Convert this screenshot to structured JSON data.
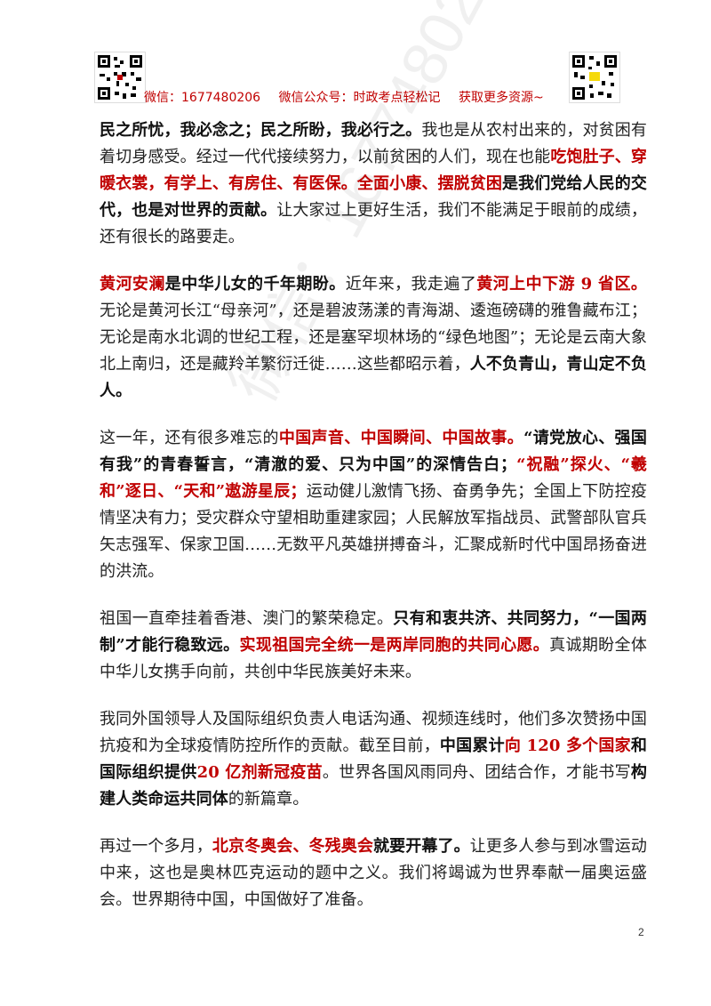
{
  "header": {
    "wechat_id": "微信：1677480206",
    "wechat_account": "微信公众号：时政考点轻松记",
    "more_resources": "获取更多资源~"
  },
  "watermark": "微信：1677480206",
  "paragraphs": [
    [
      {
        "t": "民之所忧，我必念之；民之所盼，我必行之。",
        "s": "b"
      },
      {
        "t": "我也是从农村出来的，对贫困有着切身感受。经过一代代接续努力，以前贫困的人们，现在也能",
        "s": "n"
      },
      {
        "t": "吃饱肚子、穿暖衣裳，有学上、有房住、有医保。全面小康、摆脱贫困",
        "s": "r"
      },
      {
        "t": "是我们党给人民的交代，也是对世界的贡献。",
        "s": "b"
      },
      {
        "t": "让大家过上更好生活，我们不能满足于眼前的成绩，还有很长的路要走。",
        "s": "n"
      }
    ],
    [
      {
        "t": "黄河安澜",
        "s": "r"
      },
      {
        "t": "是中华儿女的千年期盼。",
        "s": "b"
      },
      {
        "t": "近年来，我走遍了",
        "s": "n"
      },
      {
        "t": "黄河上中下游 9 省区。",
        "s": "r"
      },
      {
        "t": "无论是黄河长江“母亲河”，还是碧波荡漾的青海湖、逶迤磅礴的雅鲁藏布江；无论是南水北调的世纪工程，还是塞罕坝林场的“绿色地图”；无论是云南大象北上南归，还是藏羚羊繁衍迁徙……这些都昭示着，",
        "s": "n"
      },
      {
        "t": "人不负青山，青山定不负人。",
        "s": "b"
      }
    ],
    [
      {
        "t": "这一年，还有很多难忘的",
        "s": "n"
      },
      {
        "t": "中国声音、中国瞬间、中国故事。",
        "s": "r"
      },
      {
        "t": "“请党放心、强国有我”的青春誓言，“清澈的爱、只为中国”的深情告白；",
        "s": "b"
      },
      {
        "t": "“祝融”探火、“羲和”逐日、“天和”遨游星辰；",
        "s": "r"
      },
      {
        "t": "运动健儿激情飞扬、奋勇争先；全国上下防控疫情坚决有力；受灾群众守望相助重建家园；人民解放军指战员、武警部队官兵矢志强军、保家卫国……无数平凡英雄拼搏奋斗，汇聚成新时代中国昂扬奋进的洪流。",
        "s": "n"
      }
    ],
    [
      {
        "t": "祖国一直牵挂着香港、澳门的繁荣稳定。",
        "s": "n"
      },
      {
        "t": "只有和衷共济、共同努力，“一国两制”才能行稳致远。",
        "s": "b"
      },
      {
        "t": "实现祖国完全统一是两岸同胞的共同心愿。",
        "s": "r"
      },
      {
        "t": "真诚期盼全体中华儿女携手向前，共创中华民族美好未来。",
        "s": "n"
      }
    ],
    [
      {
        "t": "我同外国领导人及国际组织负责人电话沟通、视频连线时，他们多次赞扬中国抗疫和为全球疫情防控所作的贡献。截至目前，",
        "s": "n"
      },
      {
        "t": "中国累计",
        "s": "b"
      },
      {
        "t": "向 120 多个国家",
        "s": "r"
      },
      {
        "t": "和国际组织提供",
        "s": "b"
      },
      {
        "t": "20 亿剂新冠疫苗",
        "s": "r"
      },
      {
        "t": "。世界各国风雨同舟、团结合作，才能书写",
        "s": "n"
      },
      {
        "t": "构建人类命运共同体",
        "s": "b"
      },
      {
        "t": "的新篇章。",
        "s": "n"
      }
    ],
    [
      {
        "t": "再过一个多月，",
        "s": "n"
      },
      {
        "t": "北京冬奥会、冬残奥会",
        "s": "r"
      },
      {
        "t": "就要开幕了。",
        "s": "b"
      },
      {
        "t": "让更多人参与到冰雪运动中来，这也是奥林匹克运动的题中之义。我们将竭诚为世界奉献一届奥运盛会。世界期待中国，中国做好了准备。",
        "s": "n"
      }
    ]
  ],
  "page_number": "2"
}
